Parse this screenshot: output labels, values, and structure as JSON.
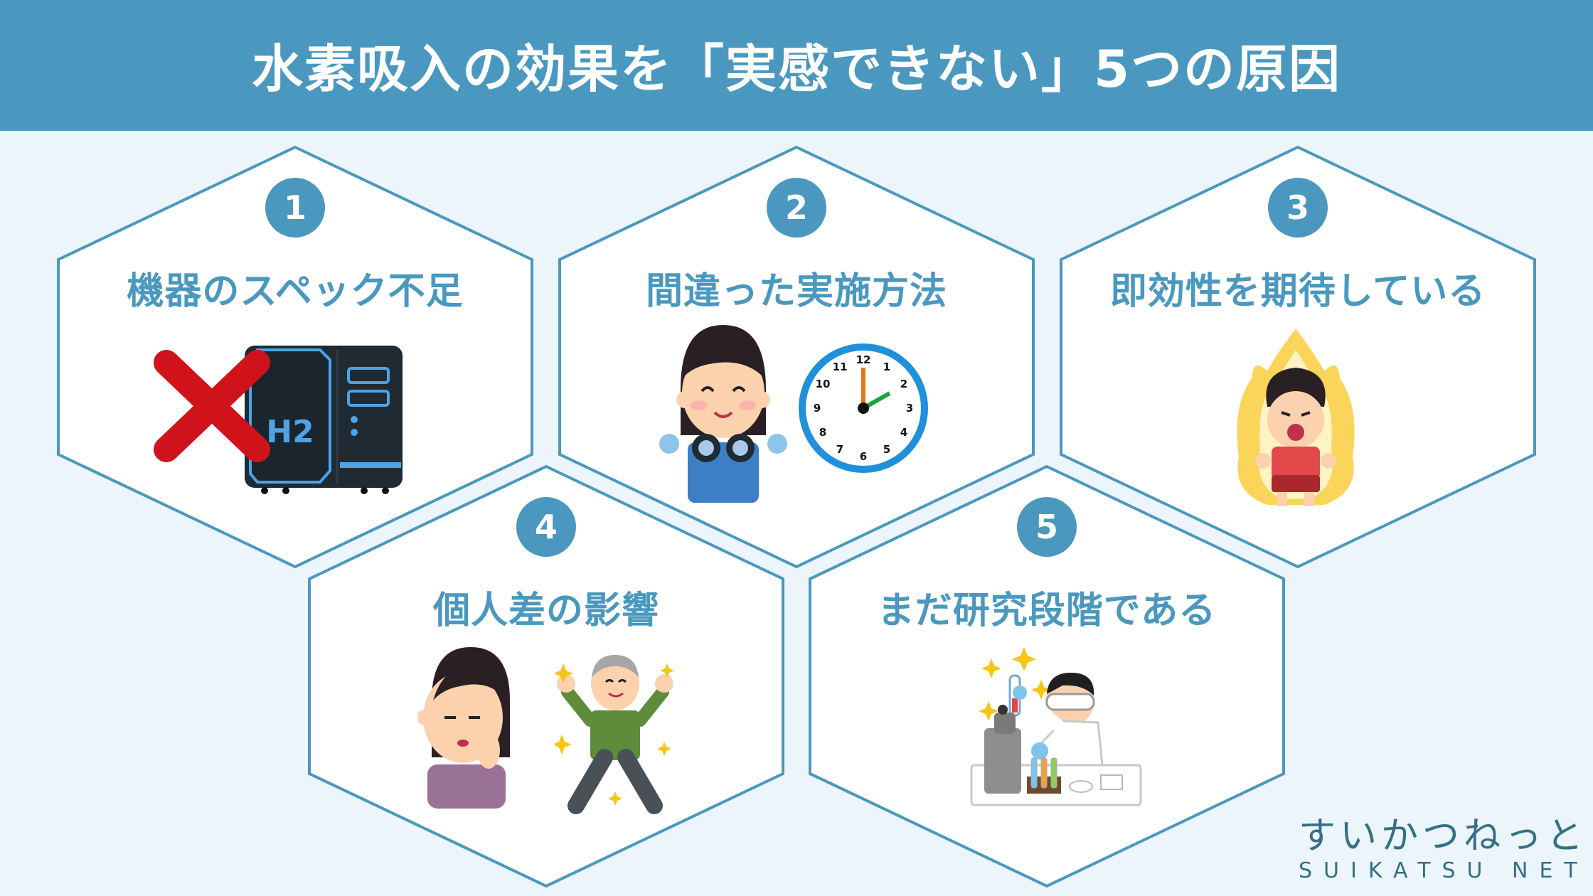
{
  "header": {
    "title": "水素吸入の効果を「実感できない」5つの原因"
  },
  "colors": {
    "accent": "#4a98bf",
    "background": "#edf5fc",
    "card_fill": "#ffffff",
    "logo": "#356f88",
    "cross_red": "#d0121b"
  },
  "causes": [
    {
      "number": "1",
      "title": "機器のスペック不足",
      "illustration": "h2-machine-crossed-out",
      "machine_label": "H2"
    },
    {
      "number": "2",
      "title": "間違った実施方法",
      "illustration": "woman-with-neck-fan-and-clock",
      "clock_numbers": [
        "12",
        "1",
        "2",
        "3",
        "4",
        "5",
        "6",
        "7",
        "8",
        "9",
        "10",
        "11"
      ]
    },
    {
      "number": "3",
      "title": "即効性を期待している",
      "illustration": "fired-up-woman"
    },
    {
      "number": "4",
      "title": "個人差の影響",
      "illustration": "tired-woman-and-energetic-old-man"
    },
    {
      "number": "5",
      "title": "まだ研究段階である",
      "illustration": "scientist-with-microscope"
    }
  ],
  "logo": {
    "japanese": "すいかつねっと",
    "english": "SUIKATSU NET"
  }
}
